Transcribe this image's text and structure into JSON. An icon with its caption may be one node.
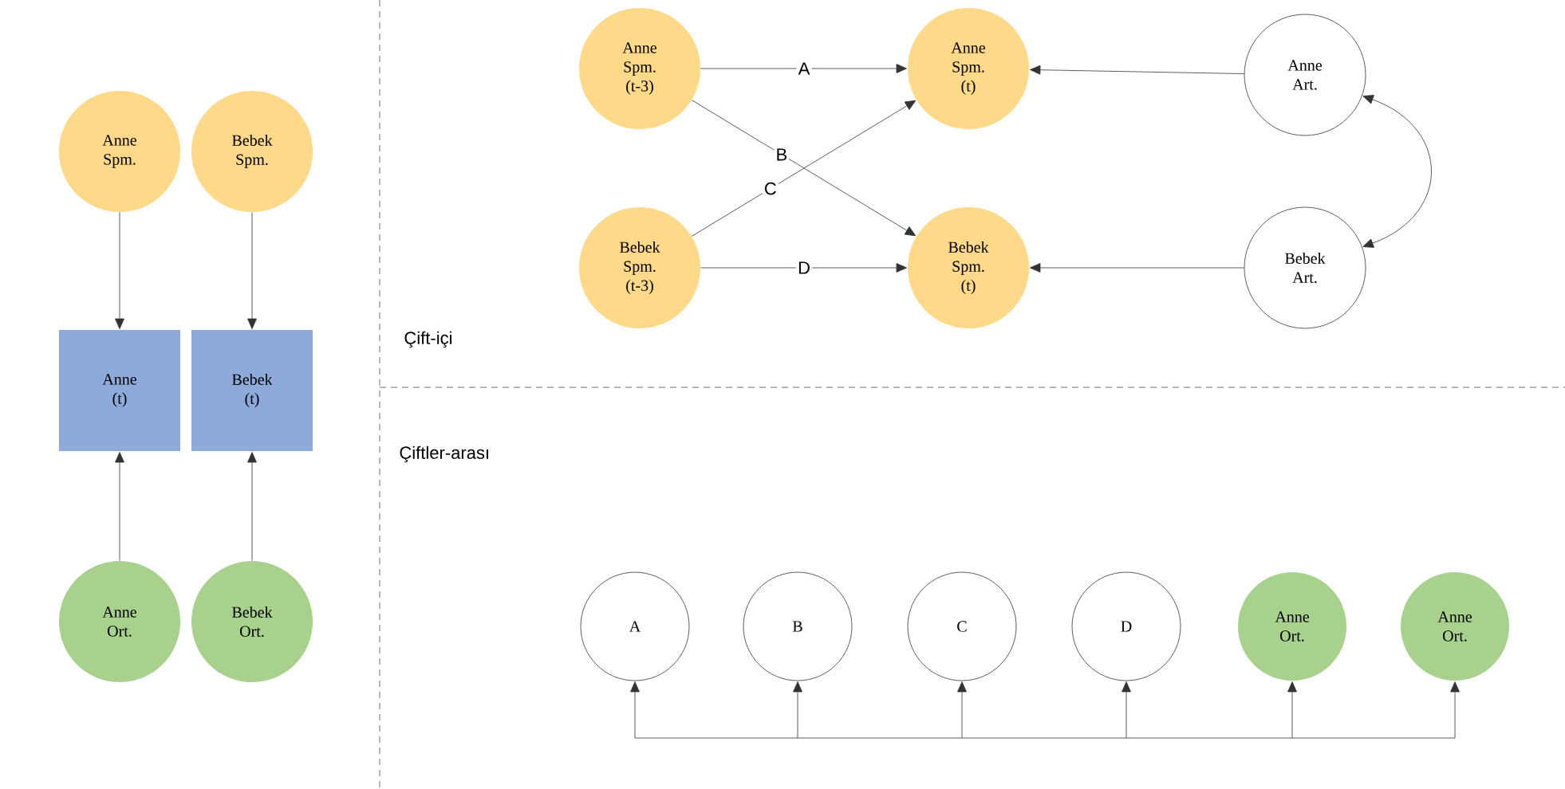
{
  "diagram": {
    "nodes": [
      {
        "text": [
          "Anne Spm."
        ]
      },
      {
        "text": [
          "Bebek Spm."
        ]
      },
      {
        "text": [
          "Anne (t)"
        ]
      },
      {
        "text": [
          "Bebek (t)"
        ]
      },
      {
        "text": [
          "Anne Ort."
        ]
      },
      {
        "text": [
          "Bebek Ort."
        ]
      },
      {
        "text": [
          "Anne Spm. (t-3)"
        ]
      },
      {
        "text": [
          "Anne Spm. (t)"
        ]
      },
      {
        "text": [
          "Anne Art."
        ]
      },
      {
        "text": [
          "Bebek Spm. (t-3)"
        ]
      },
      {
        "text": [
          "Bebek Spm. (t)"
        ]
      },
      {
        "text": [
          "Bebek Art."
        ]
      },
      {
        "text": [
          "A"
        ]
      },
      {
        "text": [
          "B"
        ]
      },
      {
        "text": [
          "C"
        ]
      },
      {
        "text": [
          "D"
        ]
      },
      {
        "text": [
          "Anne Ort."
        ]
      },
      {
        "text": [
          "Anne Ort."
        ]
      }
    ],
    "edges": [
      {
        "from": 0,
        "to": 2,
        "arrow": "to"
      },
      {
        "from": 1,
        "to": 3,
        "arrow": "to"
      },
      {
        "from": 4,
        "to": 2,
        "arrow": "to"
      },
      {
        "from": 5,
        "to": 3,
        "arrow": "to"
      },
      {
        "from": 6,
        "to": 7,
        "arrow": "to",
        "label": "A"
      },
      {
        "from": 6,
        "to": 10,
        "arrow": "to",
        "label": "B"
      },
      {
        "from": 9,
        "to": 7,
        "arrow": "to",
        "label": "C"
      },
      {
        "from": 9,
        "to": 10,
        "arrow": "to",
        "label": "D"
      },
      {
        "from": 8,
        "to": 7,
        "arrow": "to"
      },
      {
        "from": 11,
        "to": 10,
        "arrow": "to"
      },
      {
        "from": 8,
        "to": 11,
        "arrow": "both"
      },
      {
        "from": null,
        "to": 12,
        "arrow": "to"
      },
      {
        "from": null,
        "to": 13,
        "arrow": "to"
      },
      {
        "from": null,
        "to": 14,
        "arrow": "to"
      },
      {
        "from": null,
        "to": 15,
        "arrow": "to"
      },
      {
        "from": null,
        "to": 16,
        "arrow": "to"
      },
      {
        "from": null,
        "to": 17,
        "arrow": "to"
      }
    ],
    "labels": [
      "Çift-içi",
      "Çiftler-arası"
    ]
  }
}
